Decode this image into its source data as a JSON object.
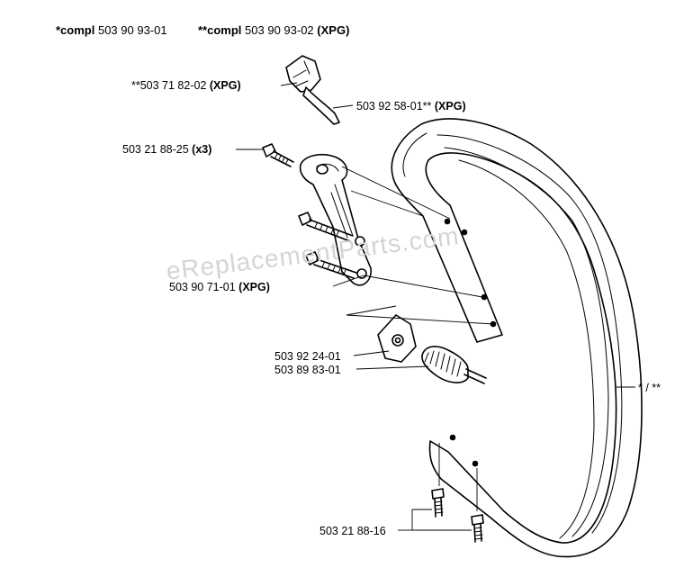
{
  "header": {
    "compl_1_prefix": "*compl",
    "compl_1_number": "503 90 93-01",
    "compl_2_prefix": "**compl",
    "compl_2_number": "503 90 93-02",
    "compl_2_suffix": "(XPG)"
  },
  "labels": {
    "p_503718202": {
      "number": "**503 71 82-02",
      "suffix": "(XPG)"
    },
    "p_503925801": {
      "number": "503 92 58-01**",
      "suffix": "(XPG)"
    },
    "p_503218825": {
      "number": "503 21 88-25",
      "suffix": "(x3)"
    },
    "p_503907101": {
      "number": "503 90 71-01",
      "suffix": "(XPG)"
    },
    "p_503922401": {
      "number": "503 92 24-01"
    },
    "p_503898301": {
      "number": "503 89 83-01"
    },
    "p_handle": {
      "number": "* / **"
    },
    "p_503218816": {
      "number": "503 21 88-16"
    }
  },
  "watermark": "eReplacementParts.com"
}
